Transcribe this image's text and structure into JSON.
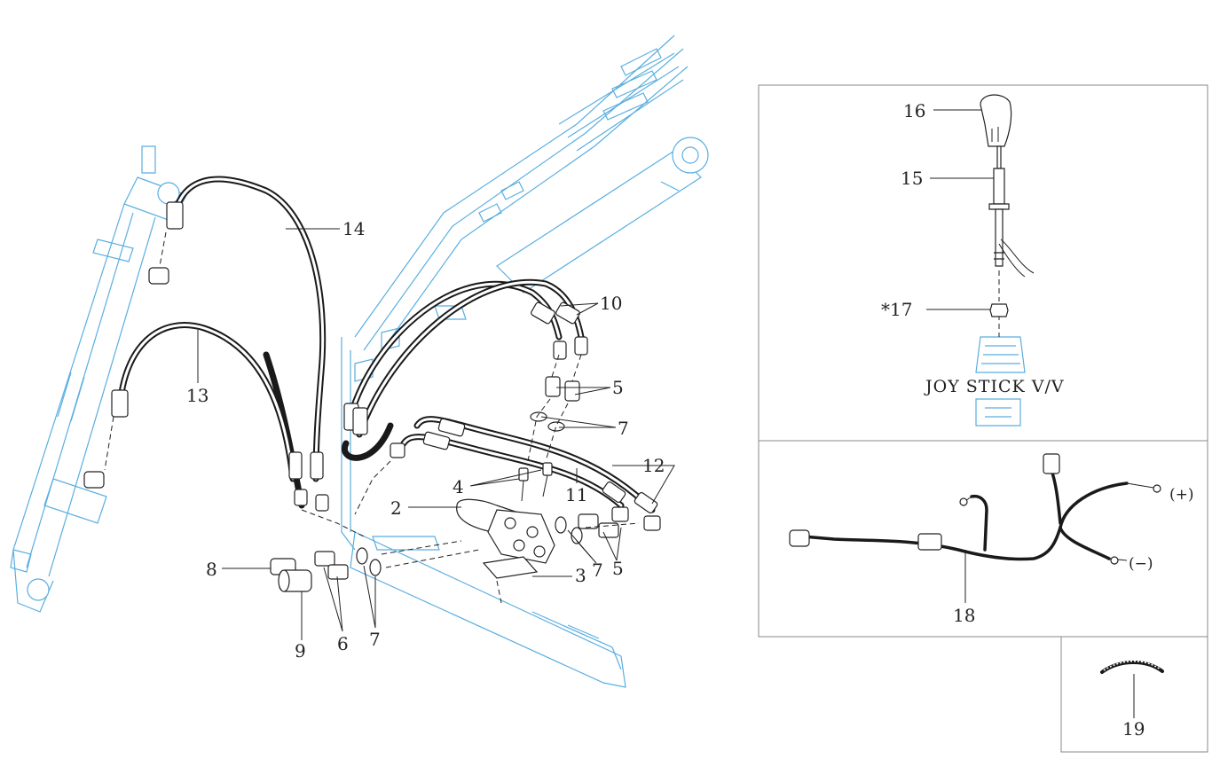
{
  "figure": {
    "callouts": [
      {
        "id": "c1",
        "label": "16"
      },
      {
        "id": "c2",
        "label": "15"
      },
      {
        "id": "c3",
        "label": "*17"
      },
      {
        "id": "c4",
        "label": "14"
      },
      {
        "id": "c5",
        "label": "13"
      },
      {
        "id": "c6",
        "label": "10"
      },
      {
        "id": "c7",
        "label": "5"
      },
      {
        "id": "c8",
        "label": "7"
      },
      {
        "id": "c9",
        "label": "12"
      },
      {
        "id": "c10",
        "label": "11"
      },
      {
        "id": "c11",
        "label": "4"
      },
      {
        "id": "c12",
        "label": "2"
      },
      {
        "id": "c13",
        "label": "3"
      },
      {
        "id": "c14",
        "label": "7"
      },
      {
        "id": "c15",
        "label": "5"
      },
      {
        "id": "c16",
        "label": "8"
      },
      {
        "id": "c17",
        "label": "9"
      },
      {
        "id": "c18",
        "label": "6"
      },
      {
        "id": "c19",
        "label": "7"
      },
      {
        "id": "c20",
        "label": "18"
      },
      {
        "id": "c21",
        "label": "19"
      }
    ],
    "joystick_caption": "JOY STICK V/V",
    "terminal_plus": "(+)",
    "terminal_minus": "(−)"
  }
}
